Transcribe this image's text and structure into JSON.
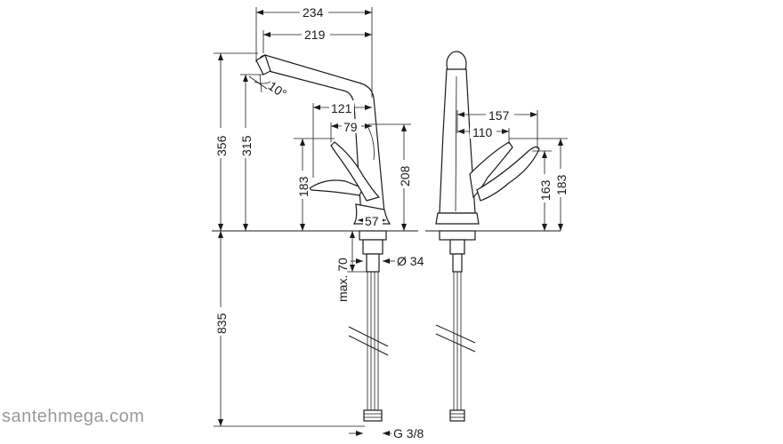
{
  "watermark": "santehmega.com",
  "dimensions": {
    "d234": "234",
    "d219": "219",
    "d10deg": "10°",
    "d356": "356",
    "d315": "315",
    "d121": "121",
    "d79": "79",
    "d183_front": "183",
    "d208": "208",
    "d57": "57",
    "d157": "157",
    "d110": "110",
    "d163": "163",
    "d183_side": "183",
    "max70": "max. 70",
    "dia34": "Ø 34",
    "d835": "835",
    "g38": "G 3/8"
  }
}
